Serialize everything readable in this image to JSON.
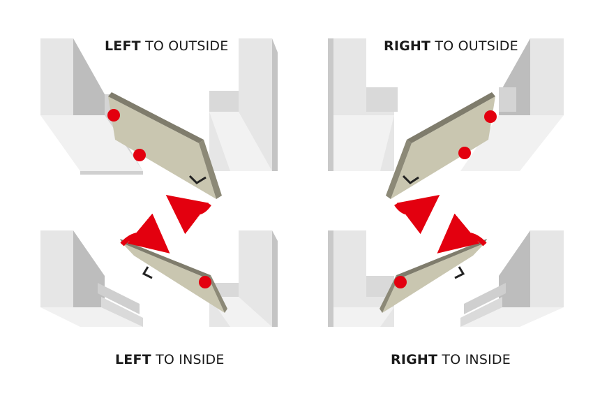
{
  "colors": {
    "wall_light": "#ececec",
    "wall_mid": "#e0e0e0",
    "wall_dark": "#bfbfbf",
    "door_face": "#c9c6b0",
    "door_edge": "#7f7c6c",
    "hinge_dot": "#e3000f",
    "arrow": "#e3000f"
  },
  "panels": [
    {
      "id": "left-outside",
      "label_bold": "LEFT",
      "label_rest": "TO OUTSIDE",
      "hinge_side": "left",
      "swing": "outside",
      "hinge_points": 2
    },
    {
      "id": "right-outside",
      "label_bold": "RIGHT",
      "label_rest": "TO OUTSIDE",
      "hinge_side": "right",
      "swing": "outside",
      "hinge_points": 2
    },
    {
      "id": "left-inside",
      "label_bold": "LEFT",
      "label_rest": "TO INSIDE",
      "hinge_side": "left",
      "swing": "inside",
      "hinge_points": 1
    },
    {
      "id": "right-inside",
      "label_bold": "RIGHT",
      "label_rest": "TO INSIDE",
      "hinge_side": "right",
      "swing": "inside",
      "hinge_points": 1
    }
  ]
}
